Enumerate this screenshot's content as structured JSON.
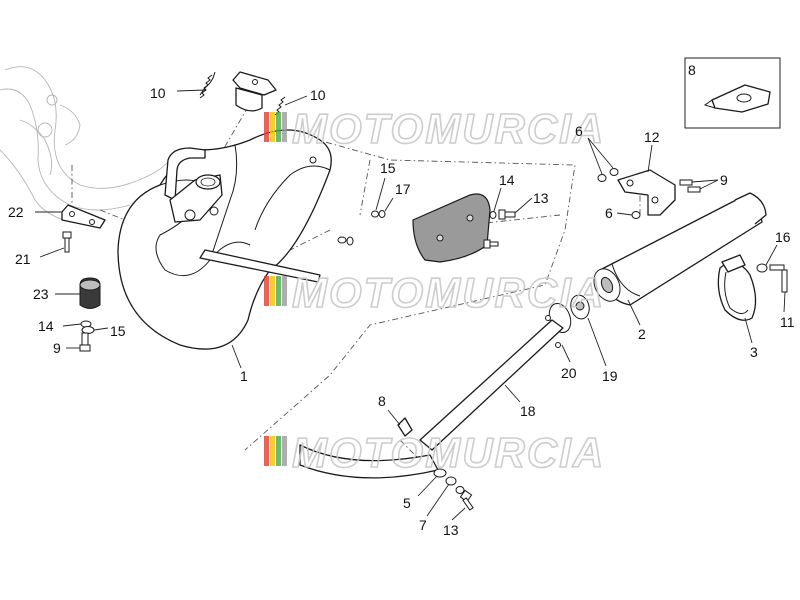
{
  "diagram": {
    "callouts": [
      "10",
      "10",
      "22",
      "21",
      "23",
      "14",
      "15",
      "9",
      "1",
      "15",
      "17",
      "14",
      "13",
      "6",
      "12",
      "9",
      "6",
      "16",
      "11",
      "2",
      "3",
      "19",
      "20",
      "18",
      "8",
      "5",
      "7",
      "13"
    ],
    "inset_label": "8",
    "watermark_text": "MOTOMURCIA",
    "watermark_colors": [
      "#e23b2e",
      "#f2c200",
      "#4aa84a",
      "#9a9a9a"
    ]
  }
}
